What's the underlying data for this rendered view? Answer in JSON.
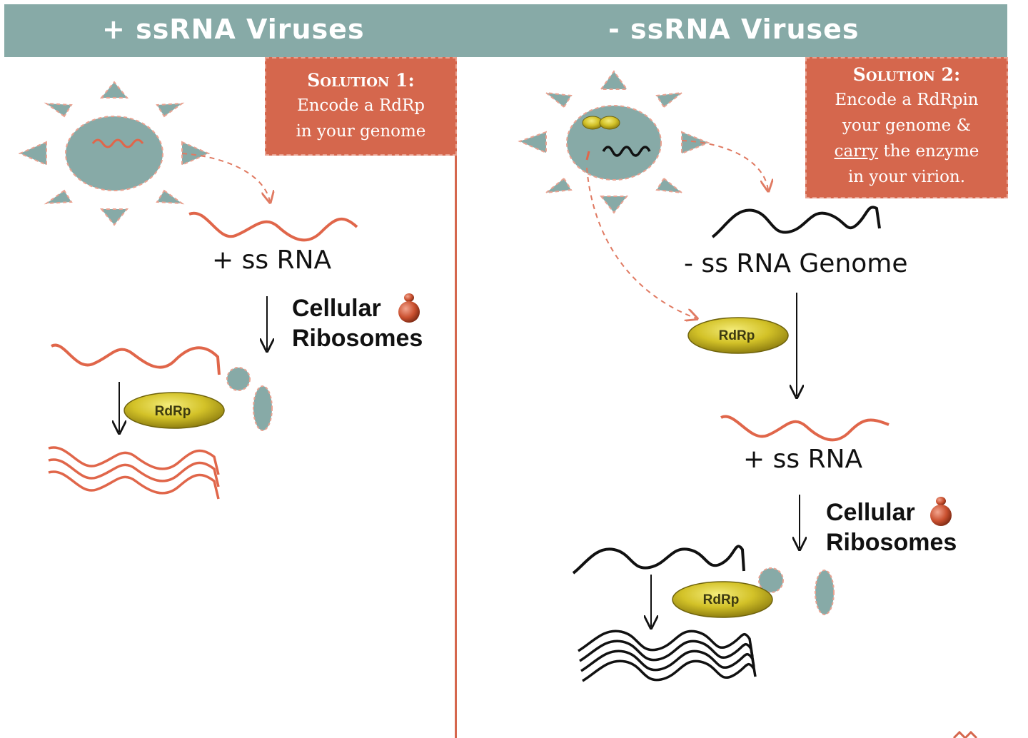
{
  "header": {
    "left_title": "+ ssRNA  Viruses",
    "right_title": "- ssRNA  Viruses"
  },
  "colors": {
    "header_bg": "#87aaa7",
    "accent_red": "#d5674d",
    "virus_fill": "#87aaa7",
    "rdrp_fill": "#c9b71e"
  },
  "left_panel": {
    "solution": {
      "heading": "Solution 1:",
      "lines": [
        "Encode a RdRp",
        "in your genome"
      ]
    },
    "rna_label": "+ ss RNA",
    "ribosome_label_line1": "Cellular",
    "ribosome_label_line2": "Ribosomes",
    "rdrp_label": "RdRp"
  },
  "right_panel": {
    "solution": {
      "heading": "Solution 2:",
      "line1": "Encode a RdRpin",
      "line2": "your genome &",
      "line3_underlined": "carry",
      "line3_rest": " the enzyme",
      "line4": "in your virion."
    },
    "genome_label": "- ss RNA Genome",
    "rna_label": "+ ss RNA",
    "ribosome_label_line1": "Cellular",
    "ribosome_label_line2": "Ribosomes",
    "rdrp_label_top": "RdRp",
    "rdrp_label_bottom": "RdRp"
  },
  "icons": {
    "virus": "virus-sun-icon",
    "ribosome": "ribosome-icon",
    "arrow": "arrow-down-icon"
  }
}
